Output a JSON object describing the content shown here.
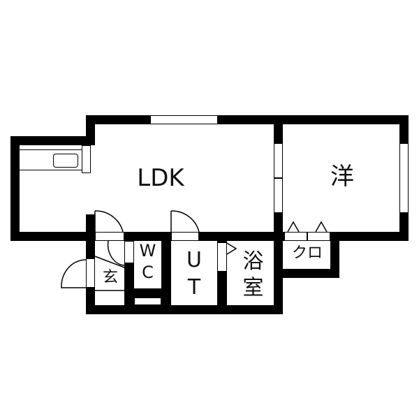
{
  "floorplan": {
    "rooms": {
      "ldk": "LDK",
      "western": "洋",
      "closet": "クロ",
      "wc_line1": "W",
      "wc_line2": "C",
      "ut_line1": "U",
      "ut_line2": "T",
      "bath_line1": "浴",
      "bath_line2": "室",
      "entrance": "玄"
    },
    "colors": {
      "wall": "#000000",
      "background": "#ffffff"
    }
  }
}
